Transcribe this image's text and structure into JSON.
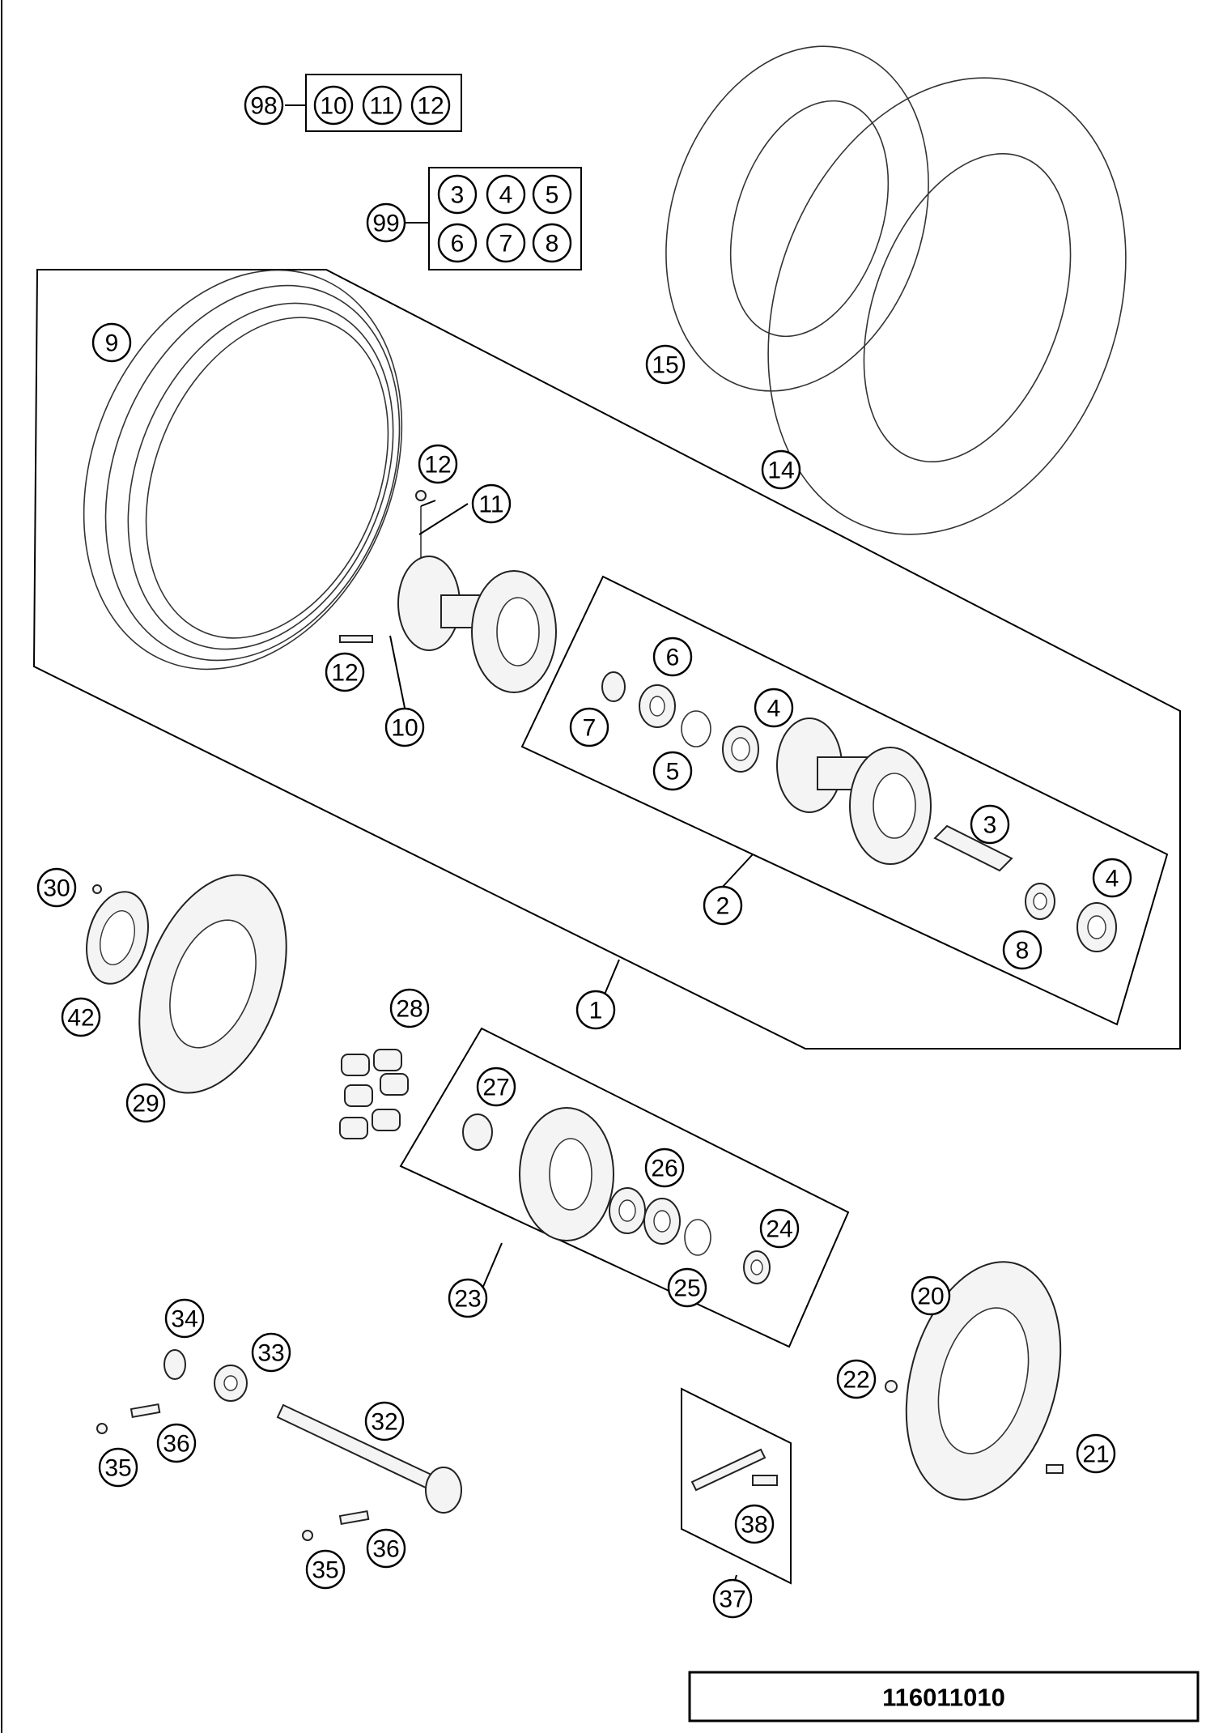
{
  "drawing_number": "116011010",
  "kit_labels": {
    "k98": "98",
    "k98a": "10",
    "k98b": "11",
    "k98c": "12",
    "k99": "99",
    "k99a": "3",
    "k99b": "4",
    "k99c": "5",
    "k99d": "6",
    "k99e": "7",
    "k99f": "8"
  },
  "callouts": {
    "c1": "1",
    "c2": "2",
    "c3": "3",
    "c4a": "4",
    "c4b": "4",
    "c5": "5",
    "c6": "6",
    "c7": "7",
    "c8": "8",
    "c9": "9",
    "c10": "10",
    "c11": "11",
    "c12a": "12",
    "c12b": "12",
    "c14": "14",
    "c15": "15",
    "c20": "20",
    "c21": "21",
    "c22": "22",
    "c23": "23",
    "c24": "24",
    "c25": "25",
    "c26": "26",
    "c27": "27",
    "c28": "28",
    "c29": "29",
    "c30": "30",
    "c32": "32",
    "c33": "33",
    "c34": "34",
    "c35a": "35",
    "c35b": "35",
    "c36a": "36",
    "c36b": "36",
    "c37": "37",
    "c38": "38",
    "c42": "42"
  }
}
